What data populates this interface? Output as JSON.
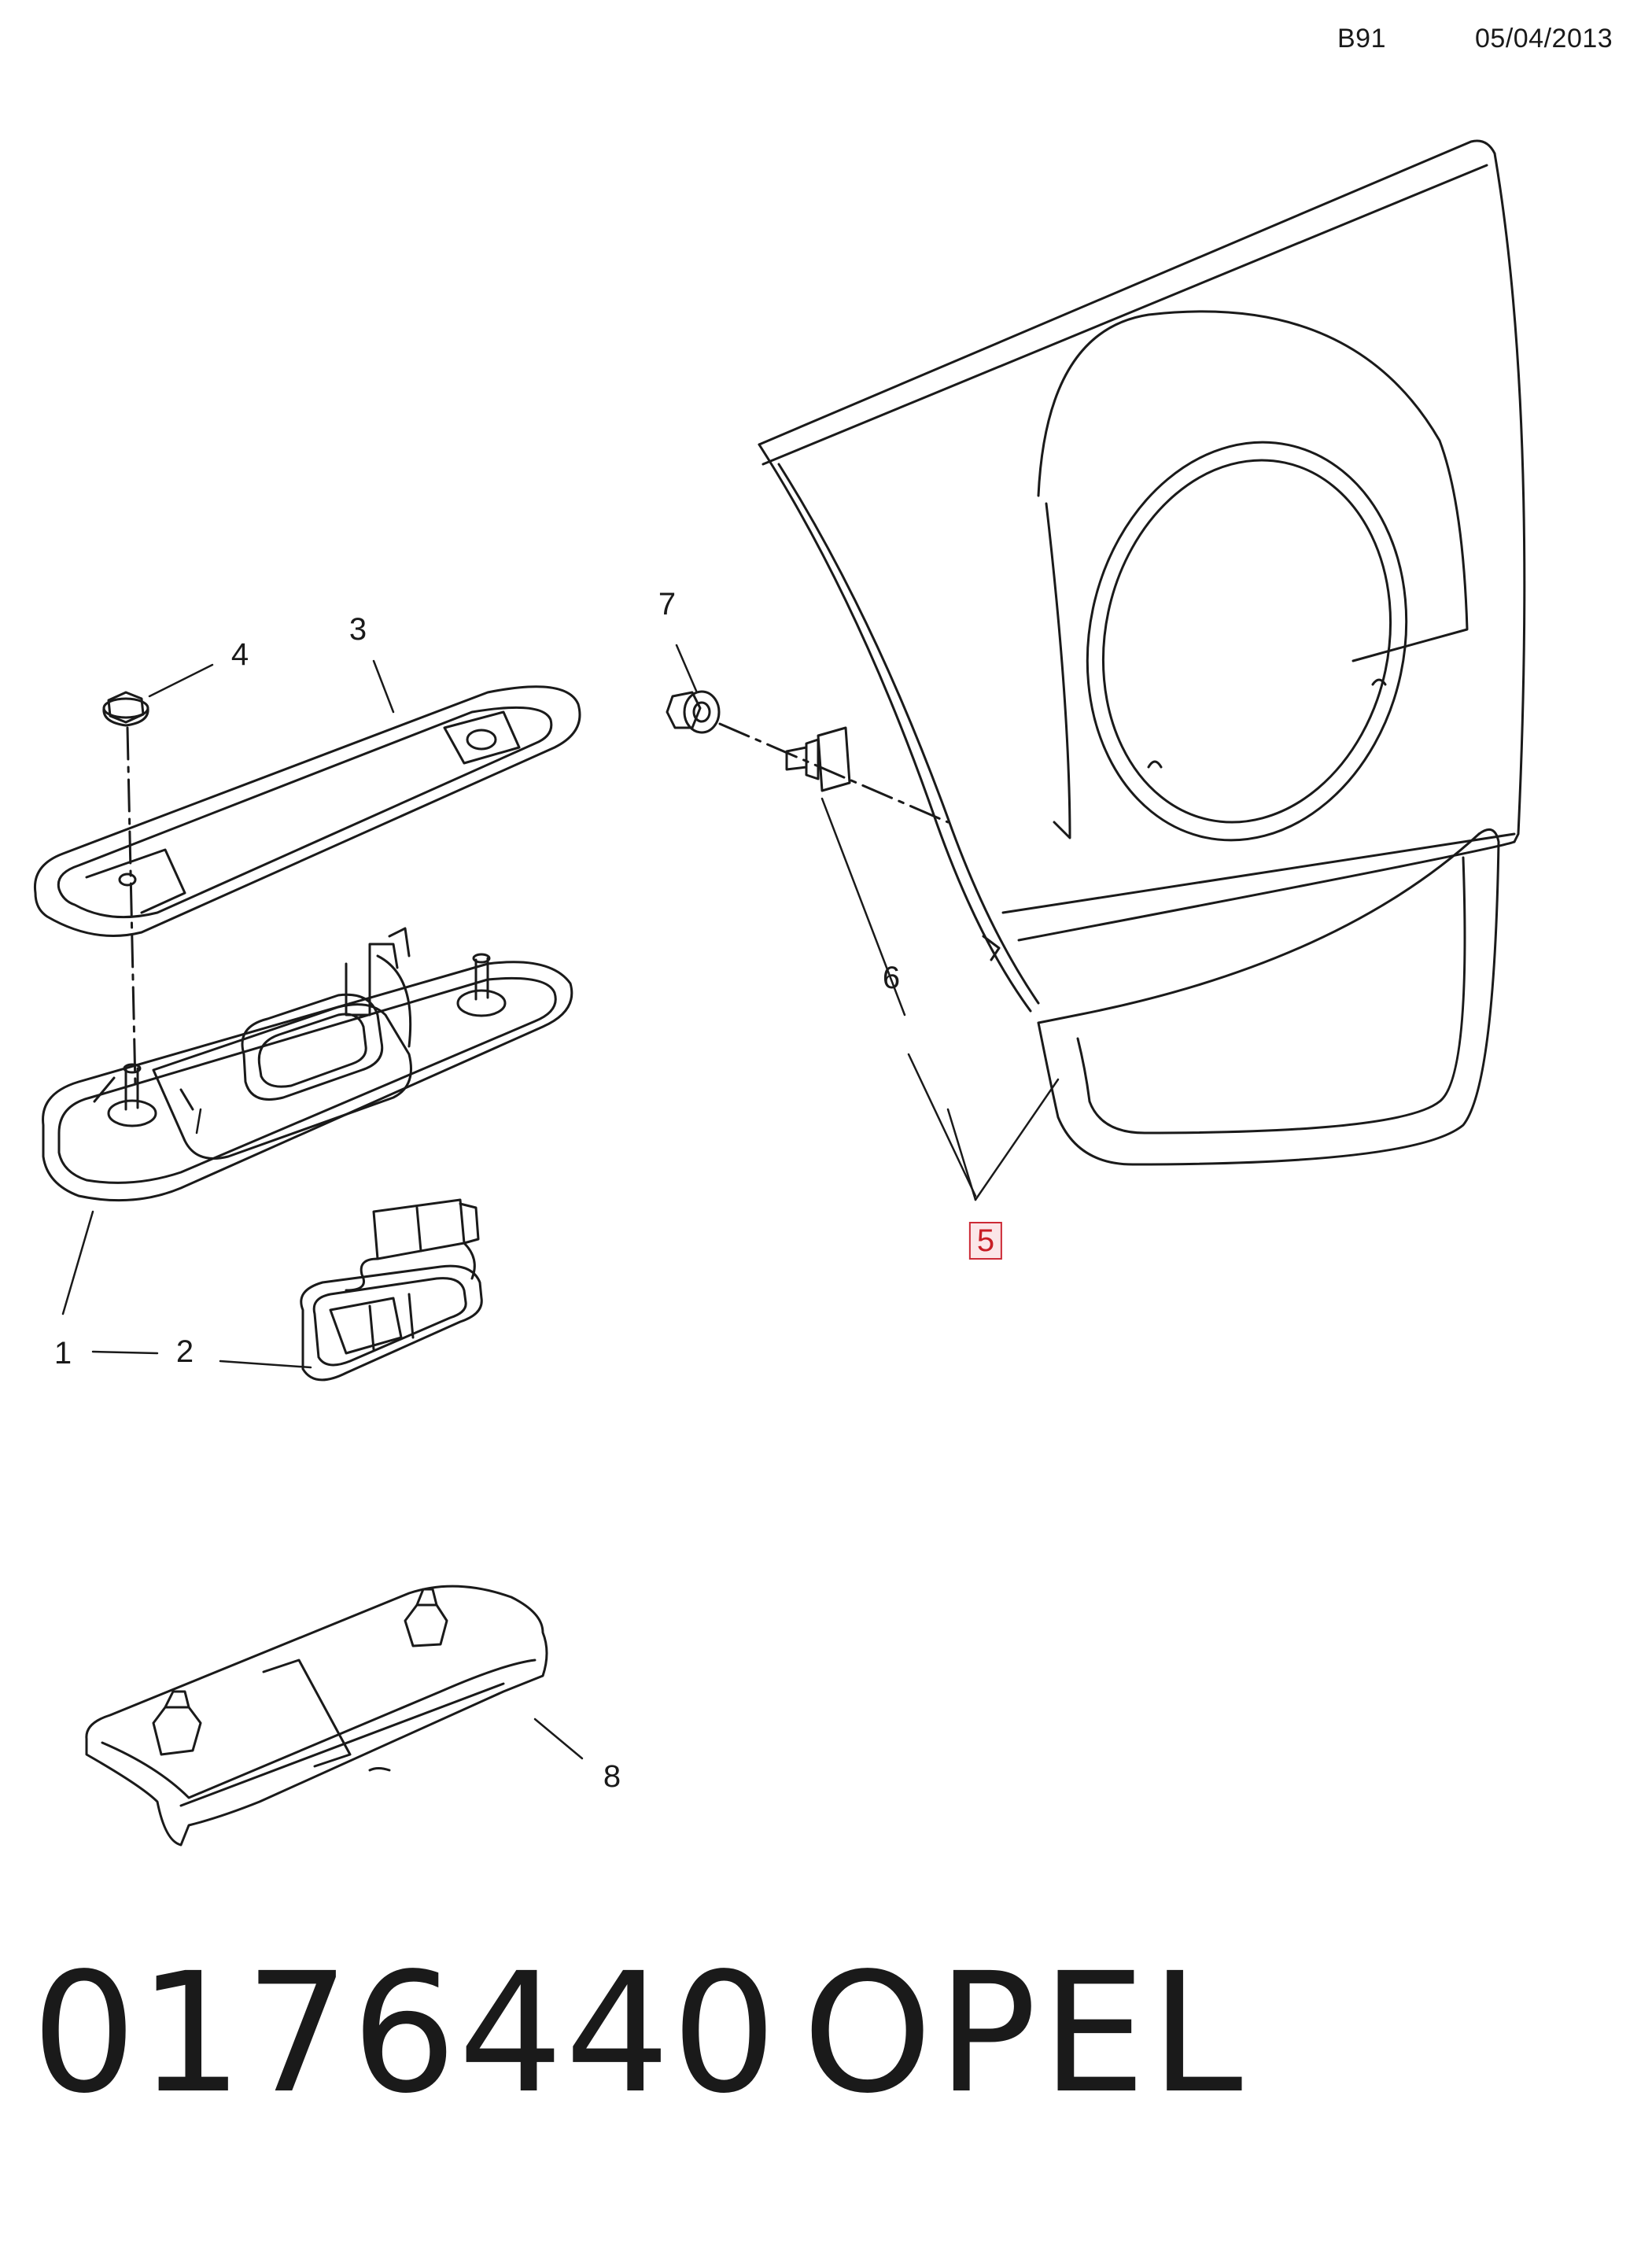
{
  "header": {
    "code": "B91",
    "date": "05/04/2013"
  },
  "callouts": [
    {
      "id": "1",
      "label": "1"
    },
    {
      "id": "2",
      "label": "2"
    },
    {
      "id": "3",
      "label": "3"
    },
    {
      "id": "4",
      "label": "4"
    },
    {
      "id": "5",
      "label": "5",
      "highlighted": true
    },
    {
      "id": "6",
      "label": "6"
    },
    {
      "id": "7",
      "label": "7"
    },
    {
      "id": "8",
      "label": "8"
    }
  ],
  "footer": {
    "part_number": "0176440",
    "brand": "OPEL"
  },
  "colors": {
    "line": "#1a1a1a",
    "highlight_border": "#cc2a36",
    "highlight_fill": "#fbe6e8"
  }
}
